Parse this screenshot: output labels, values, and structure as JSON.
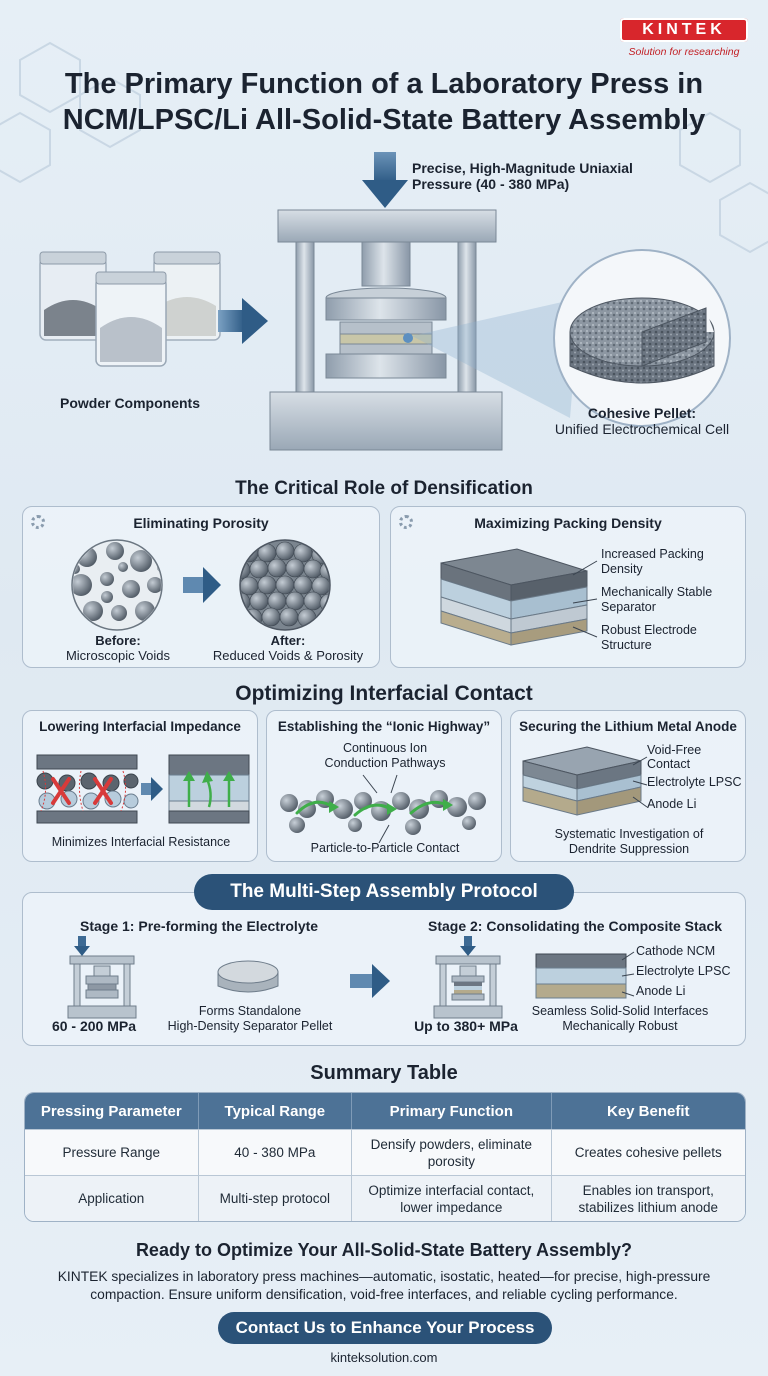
{
  "brand": {
    "name": "KINTEK",
    "tagline": "Solution for researching",
    "color": "#d8262c"
  },
  "title_line1": "The Primary Function of a Laboratory Press in",
  "title_line2": "NCM/LPSC/Li All-Solid-State Battery Assembly",
  "hero": {
    "pressure_line1": "Precise, High-Magnitude Uniaxial",
    "pressure_line2": "Pressure (40 - 380 MPa)",
    "powder_label": "Powder Components",
    "pellet_title": "Cohesive Pellet:",
    "pellet_sub": "Unified Electrochemical Cell"
  },
  "densification": {
    "heading": "The Critical Role of Densification",
    "porosity": {
      "title": "Eliminating Porosity",
      "before_title": "Before:",
      "before_sub": "Microscopic Voids",
      "after_title": "After:",
      "after_sub": "Reduced Voids & Porosity"
    },
    "packing": {
      "title": "Maximizing Packing Density",
      "callouts": [
        {
          "l1": "Increased Packing",
          "l2": "Density"
        },
        {
          "l1": "Mechanically Stable",
          "l2": "Separator"
        },
        {
          "l1": "Robust Electrode",
          "l2": "Structure"
        }
      ]
    }
  },
  "interfacial": {
    "heading": "Optimizing Interfacial Contact",
    "impedance": {
      "title": "Lowering Interfacial Impedance",
      "caption": "Minimizes Interfacial Resistance"
    },
    "highway": {
      "title": "Establishing the “Ionic Highway”",
      "top_l1": "Continuous Ion",
      "top_l2": "Conduction Pathways",
      "caption": "Particle-to-Particle Contact"
    },
    "anode": {
      "title": "Securing the Lithium Metal Anode",
      "callouts": [
        {
          "l1": "Void-Free",
          "l2": "Contact"
        },
        {
          "l1": "Electrolyte LPSC",
          "l2": ""
        },
        {
          "l1": "Anode Li",
          "l2": ""
        }
      ],
      "caption_l1": "Systematic Investigation of",
      "caption_l2": "Dendrite Suppression"
    }
  },
  "protocol": {
    "heading": "The Multi-Step Assembly Protocol",
    "stage1": {
      "title": "Stage 1: Pre-forming the Electrolyte",
      "pressure": "60 - 200 MPa",
      "desc_l1": "Forms Standalone",
      "desc_l2": "High-Density Separator Pellet"
    },
    "stage2": {
      "title": "Stage 2: Consolidating the Composite Stack",
      "pressure": "Up to 380+ MPa",
      "layers": [
        "Cathode NCM",
        "Electrolyte LPSC",
        "Anode Li"
      ],
      "desc_l1": "Seamless Solid-Solid Interfaces",
      "desc_l2": "Mechanically Robust"
    }
  },
  "summary": {
    "heading": "Summary Table",
    "headers": [
      "Pressing Parameter",
      "Typical Range",
      "Primary Function",
      "Key Benefit"
    ],
    "rows": [
      [
        "Pressure Range",
        "40 - 380 MPa",
        "Densify powders, eliminate porosity",
        "Creates cohesive pellets"
      ],
      [
        "Application",
        "Multi-step protocol",
        "Optimize interfacial contact, lower impedance",
        "Enables ion transport, stabilizes lithium anode"
      ]
    ]
  },
  "cta": {
    "title": "Ready to Optimize Your All-Solid-State Battery Assembly?",
    "text_l1": "KINTEK specializes in laboratory press machines—automatic, isostatic, heated—for precise, high-pressure",
    "text_l2": "compaction. Ensure uniform densification, void-free interfaces, and reliable cycling performance.",
    "button": "Contact Us to Enhance Your Process",
    "url": "kinteksolution.com"
  },
  "colors": {
    "navy": "#2b5278",
    "table_header": "#4d7296",
    "arrow": "#3d6a94",
    "accent_green": "#3fae4a",
    "accent_red": "#d83a3a"
  }
}
